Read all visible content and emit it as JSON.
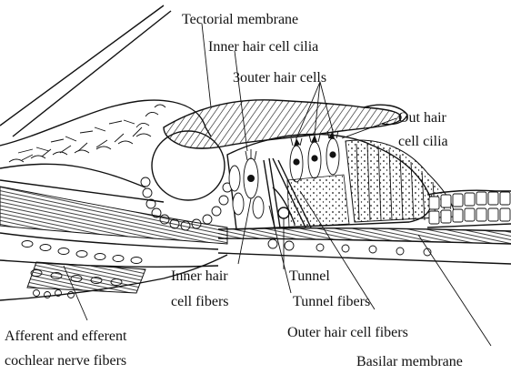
{
  "diagram": {
    "labels": {
      "tectorial_membrane": "Tectorial membrane",
      "inner_hair_cell_cilia": "Inner hair cell cilia",
      "outer_hair_cells": "3outer hair cells",
      "out_hair_cell_cilia_1": "Out hair",
      "out_hair_cell_cilia_2": "cell cilia",
      "inner_hair_cell_fibers_1": "Inner hair",
      "inner_hair_cell_fibers_2": "cell fibers",
      "tunnel": "Tunnel",
      "tunnel_fibers": "Tunnel fibers",
      "outer_hair_cell_fibers": "Outer hair cell fibers",
      "afferent_efferent_1": "Afferent and efferent",
      "afferent_efferent_2": "cochlear nerve fibers",
      "basilar_membrane": "Basilar membrane"
    },
    "colors": {
      "ink": "#111111",
      "background": "#ffffff"
    }
  }
}
